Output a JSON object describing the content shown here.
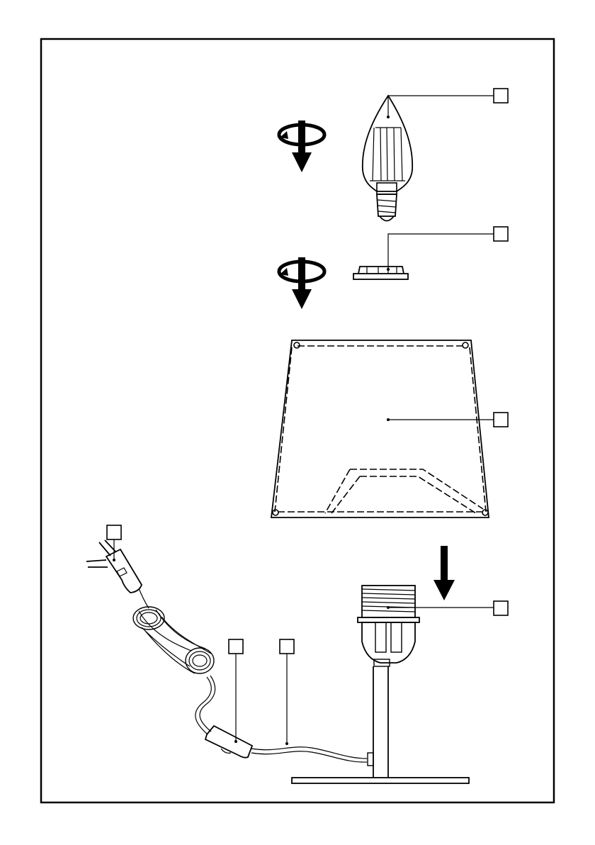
{
  "callouts": [
    {
      "id": "bulb",
      "label": ""
    },
    {
      "id": "shade-ring",
      "label": ""
    },
    {
      "id": "lampshade",
      "label": ""
    },
    {
      "id": "plug",
      "label": ""
    },
    {
      "id": "lamp-base-socket",
      "label": ""
    },
    {
      "id": "switch",
      "label": ""
    },
    {
      "id": "cable",
      "label": ""
    }
  ],
  "icons": {
    "rotate_top": "rotate-screw-down-icon",
    "rotate_middle": "rotate-screw-down-icon",
    "assembly_arrow": "arrow-down-icon"
  },
  "colors": {
    "line": "#000000",
    "background": "#ffffff"
  }
}
